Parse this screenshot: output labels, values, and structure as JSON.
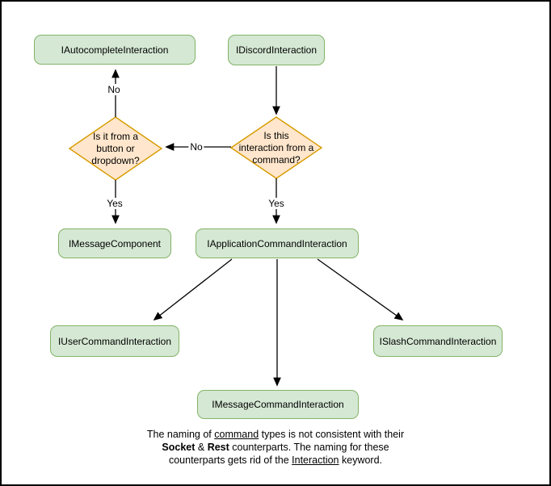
{
  "diagram": {
    "nodes": {
      "autocomplete": "IAutocompleteInteraction",
      "discord": "IDiscordInteraction",
      "button_question": "Is it from a\nbutton or\ndropdown?",
      "command_question": "Is this\ninteraction from a\ncommand?",
      "message_component": "IMessageComponent",
      "application_command": "IApplicationCommandInteraction",
      "user_command": "IUserCommandInteraction",
      "slash_command": "ISlashCommandInteraction",
      "message_command": "IMessageCommandInteraction"
    },
    "edge_labels": {
      "no_to_autocomplete": "No",
      "no_to_button_question": "No",
      "yes_to_message_component": "Yes",
      "yes_to_application_command": "Yes"
    },
    "note": {
      "l1a": "The naming of ",
      "l1b": "command",
      "l1c": " types is not consistent with their",
      "l2a": "Socket",
      "l2b": " & ",
      "l2c": "Rest",
      "l2d": " counterparts. The naming for these",
      "l3a": "counterparts gets rid of the ",
      "l3b": "Interaction",
      "l3c": " keyword."
    },
    "colors": {
      "process_fill": "#d5e8d4",
      "process_border": "#82b366",
      "decision_fill": "#ffe6cc",
      "decision_border": "#d79b00",
      "arrow": "#000000",
      "canvas_border": "#000000"
    }
  }
}
